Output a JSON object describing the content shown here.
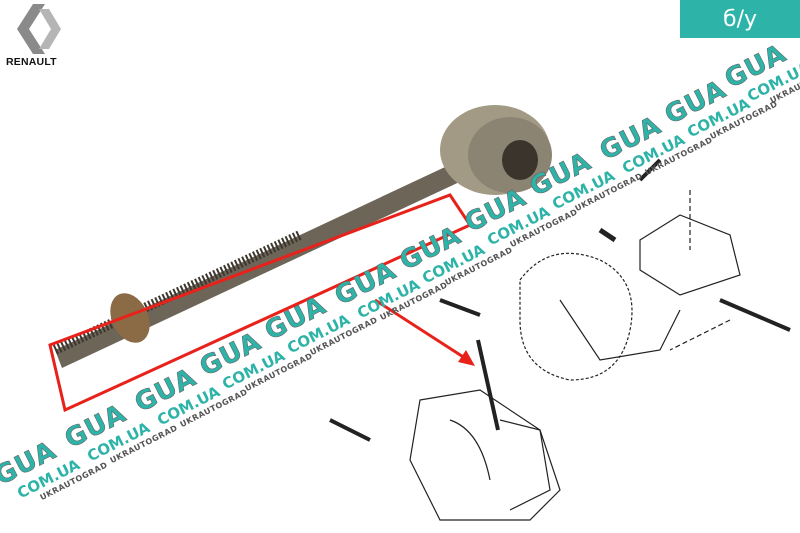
{
  "brand": {
    "logo_text": "RENAULT"
  },
  "badge": {
    "label": "б/у",
    "color": "#2eb3a8"
  },
  "watermark": {
    "line1": "GUA",
    "line2": "COM.UA",
    "line3": "UKRAUTOGRAD"
  },
  "colors": {
    "highlight": "#e8221b",
    "watermark": "#2eb3a8"
  }
}
